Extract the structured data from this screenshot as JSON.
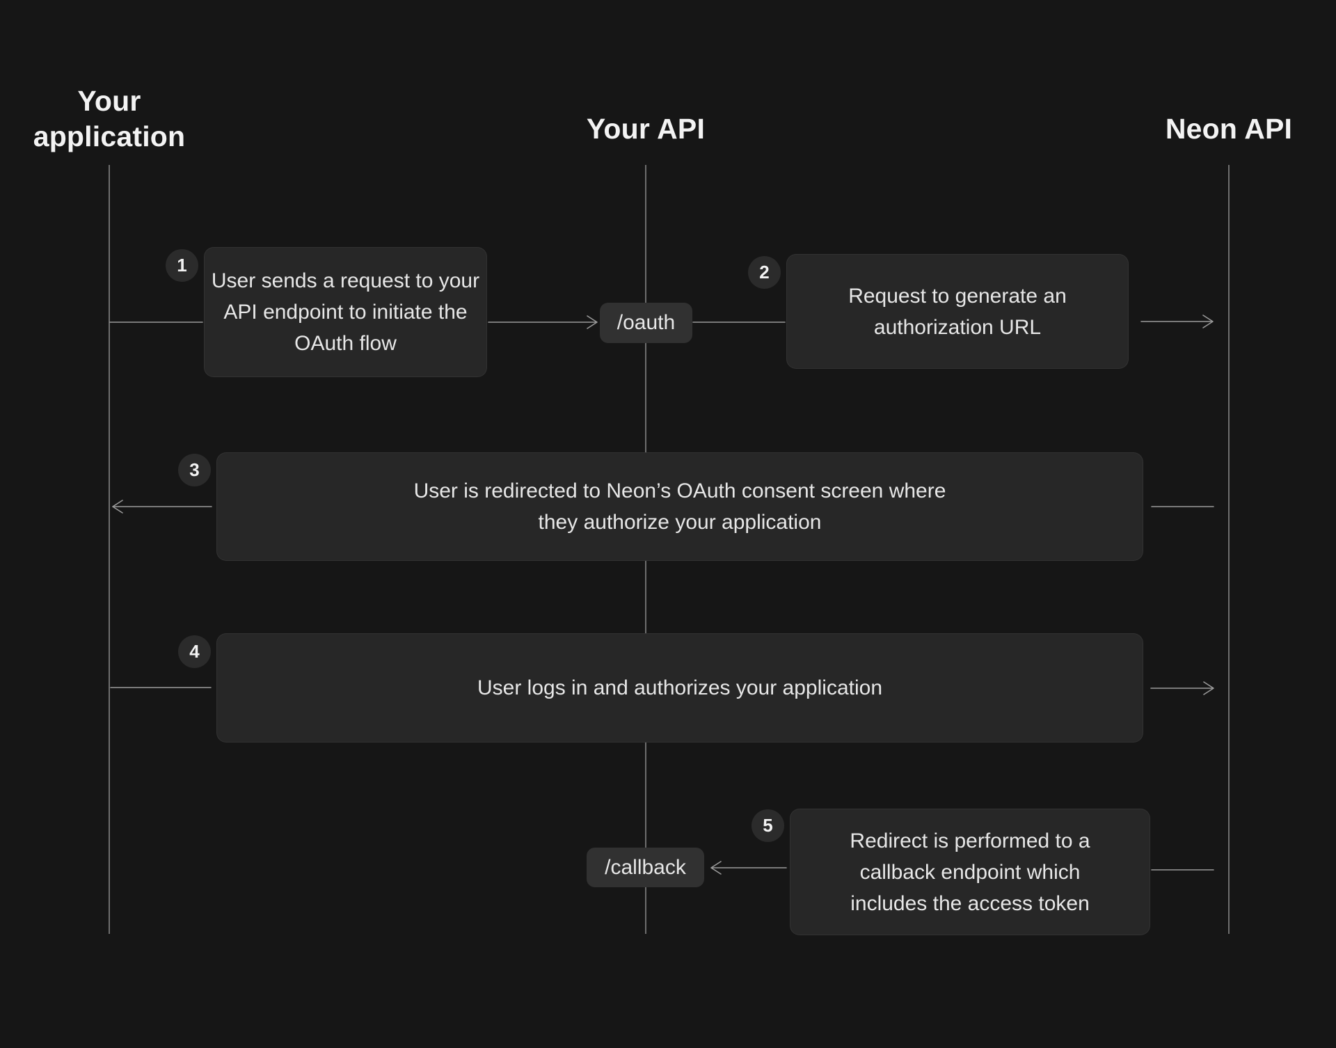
{
  "colors": {
    "background": "#161616",
    "box_fill": "#272727",
    "chip_fill": "#313131",
    "badge_fill": "#2b2b2b",
    "text_primary": "#f3f3f3",
    "text_box": "#e7e7e7",
    "line": "#9b9b9b",
    "lifeline": "#6e6e6e"
  },
  "lanes": [
    {
      "label": "Your application"
    },
    {
      "label": "Your API"
    },
    {
      "label": "Neon API"
    }
  ],
  "steps": [
    {
      "number": "1",
      "lines": [
        "User sends a request to your",
        "API endpoint to initiate the",
        "OAuth flow"
      ]
    },
    {
      "number": "2",
      "lines": [
        "Request to generate an",
        "authorization URL"
      ]
    },
    {
      "number": "3",
      "lines": [
        "User is redirected to Neon’s OAuth consent screen where",
        "they authorize your application"
      ]
    },
    {
      "number": "4",
      "lines": [
        "User logs in and authorizes your application"
      ]
    },
    {
      "number": "5",
      "lines": [
        "Redirect is performed to a",
        "callback endpoint which",
        "includes the access token"
      ]
    }
  ],
  "endpoints": [
    {
      "label": "/oauth"
    },
    {
      "label": "/callback"
    }
  ]
}
